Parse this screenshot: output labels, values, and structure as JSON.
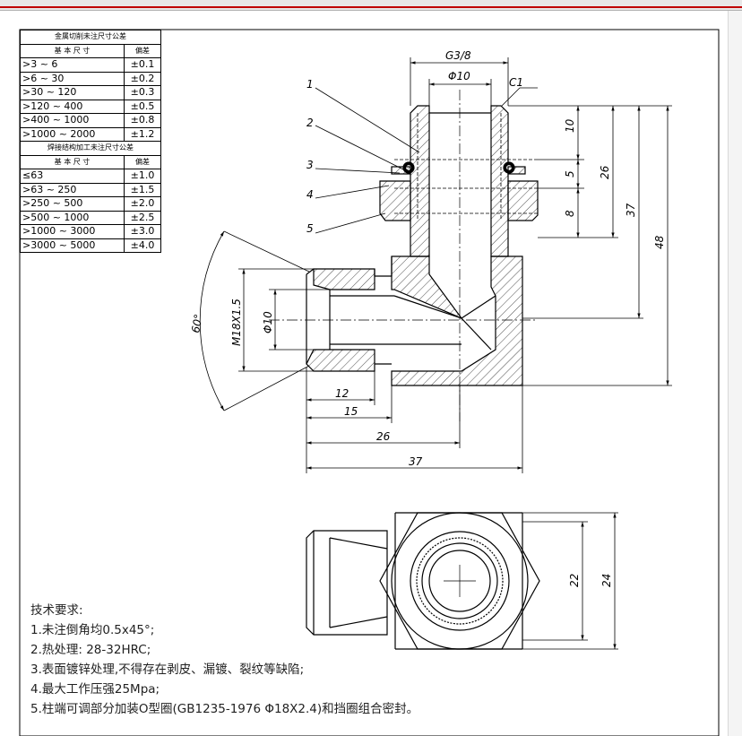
{
  "tolerance_table_1": {
    "title": "金属切削未注尺寸公差",
    "col_size": "基 本 尺 寸",
    "col_dev": "偏差",
    "rows": [
      {
        "size": ">3 ~ 6",
        "dev": "±0.1"
      },
      {
        "size": ">6 ~ 30",
        "dev": "±0.2"
      },
      {
        "size": ">30 ~ 120",
        "dev": "±0.3"
      },
      {
        "size": ">120 ~ 400",
        "dev": "±0.5"
      },
      {
        "size": ">400 ~ 1000",
        "dev": "±0.8"
      },
      {
        "size": ">1000 ~ 2000",
        "dev": "±1.2"
      }
    ]
  },
  "tolerance_table_2": {
    "title": "焊接结构加工未注尺寸公差",
    "col_size": "基 本 尺 寸",
    "col_dev": "偏差",
    "rows": [
      {
        "size": "≤63",
        "dev": "±1.0"
      },
      {
        "size": ">63 ~ 250",
        "dev": "±1.5"
      },
      {
        "size": ">250 ~ 500",
        "dev": "±2.0"
      },
      {
        "size": ">500 ~ 1000",
        "dev": "±2.5"
      },
      {
        "size": ">1000 ~ 3000",
        "dev": "±3.0"
      },
      {
        "size": ">3000 ~ 5000",
        "dev": "±4.0"
      }
    ]
  },
  "dimensions": {
    "thread_top": "G3/8",
    "dia_top": "Φ10",
    "chamfer": "C1",
    "h10": "10",
    "h5": "5",
    "h8": "8",
    "h26": "26",
    "h37": "37",
    "h48": "48",
    "angle": "60°",
    "thread_side": "M18X1.5",
    "dia_side": "Φ10",
    "w12": "12",
    "w15": "15",
    "w26": "26",
    "w37": "37",
    "bv22": "22",
    "bv24": "24"
  },
  "callouts": [
    "1",
    "2",
    "3",
    "4",
    "5"
  ],
  "notes": {
    "heading": "技术要求:",
    "items": [
      "1.未注倒角均0.5x45°;",
      "2.热处理: 28-32HRC;",
      "3.表面镀锌处理,不得存在剥皮、漏镀、裂纹等缺陷;",
      "4.最大工作压强25Mpa;",
      "5.柱端可调部分加装O型圈(GB1235-1976 Φ18X2.4)和挡圈组合密封。"
    ]
  }
}
